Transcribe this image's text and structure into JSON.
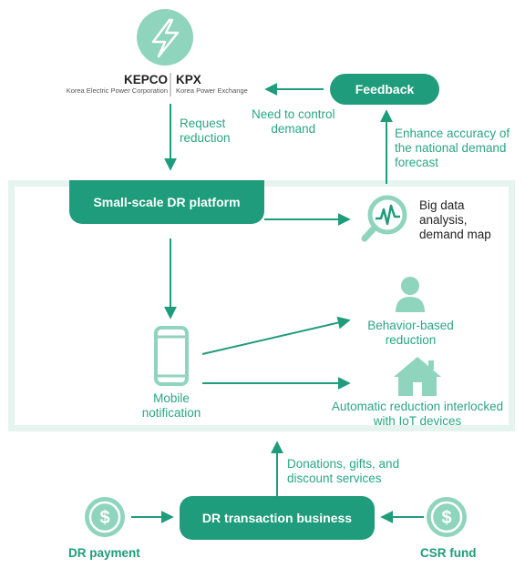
{
  "orgs": {
    "kepco_name": "KEPCO",
    "kepco_full": "Korea Electric Power Corporation",
    "kpx_name": "KPX",
    "kpx_full": "Korea Power Exchange"
  },
  "labels": {
    "request_reduction": [
      "Request",
      "reduction"
    ],
    "need_to_control": [
      "Need to control",
      "demand"
    ],
    "feedback": "Feedback",
    "enhance_accuracy": [
      "Enhance accuracy of",
      "the national demand",
      "forecast"
    ],
    "platform": "Small-scale DR platform",
    "big_data": [
      "Big data",
      "analysis,",
      "demand map"
    ],
    "behavior": [
      "Behavior-based",
      "reduction"
    ],
    "mobile": [
      "Mobile",
      "notification"
    ],
    "automatic": [
      "Automatic reduction interlocked",
      "with IoT devices"
    ],
    "donations": [
      "Donations, gifts, and",
      "discount services"
    ],
    "transaction": "DR transaction business",
    "dr_payment": "DR payment",
    "csr_fund": "CSR fund"
  },
  "icons": {
    "power": "lightning-bolt-icon",
    "analysis": "magnifier-chart-icon",
    "person": "person-icon",
    "home": "house-icon",
    "mobile": "smartphone-icon",
    "dollar": "dollar-coin-icon"
  },
  "colors": {
    "primary": "#1e9c7b",
    "light": "#d9f0e8",
    "icon_fill": "#8fd4bd",
    "frame": "#e6f4ef"
  }
}
